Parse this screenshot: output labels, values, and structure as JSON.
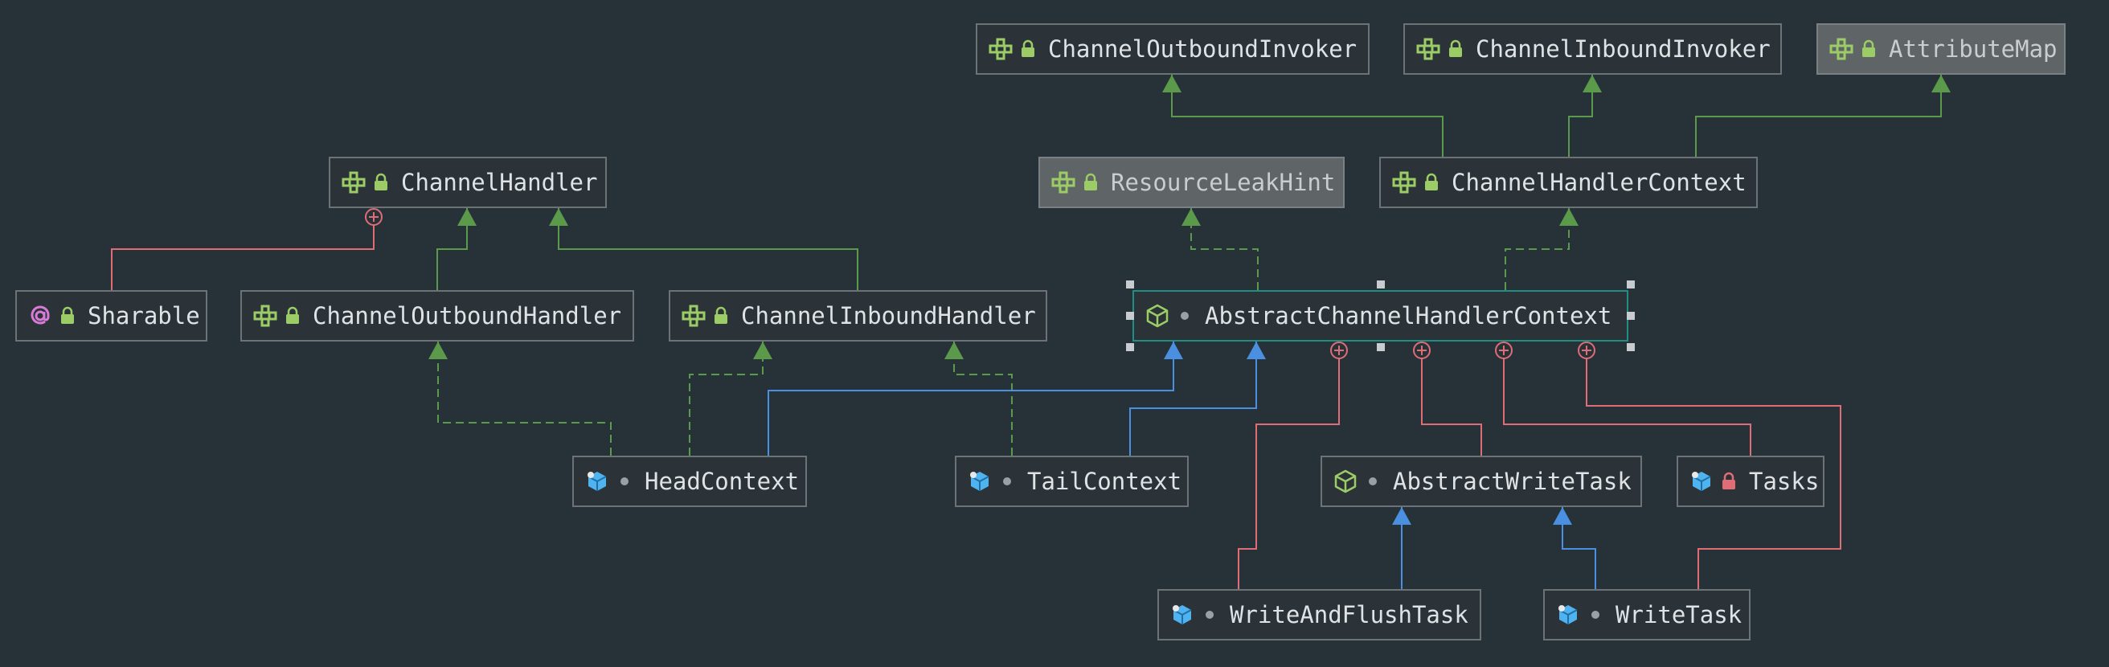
{
  "diagram": {
    "colors": {
      "background": "#263238",
      "extends": "#5a9a4a",
      "class_extends": "#4a8fe0",
      "inner": "#e06c75"
    },
    "nodes": [
      {
        "id": "ChannelOutboundInvoker",
        "label": "ChannelOutboundInvoker",
        "icon": "interface-icon",
        "modifier": "lock-icon",
        "style": "normal"
      },
      {
        "id": "ChannelInboundInvoker",
        "label": "ChannelInboundInvoker",
        "icon": "interface-icon",
        "modifier": "lock-icon",
        "style": "normal"
      },
      {
        "id": "AttributeMap",
        "label": "AttributeMap",
        "icon": "interface-icon",
        "modifier": "lock-icon",
        "style": "gray"
      },
      {
        "id": "ChannelHandler",
        "label": "ChannelHandler",
        "icon": "interface-icon",
        "modifier": "lock-icon",
        "style": "normal"
      },
      {
        "id": "ResourceLeakHint",
        "label": "ResourceLeakHint",
        "icon": "interface-icon",
        "modifier": "lock-icon",
        "style": "gray"
      },
      {
        "id": "ChannelHandlerContext",
        "label": "ChannelHandlerContext",
        "icon": "interface-icon",
        "modifier": "lock-icon",
        "style": "normal"
      },
      {
        "id": "Sharable",
        "label": "Sharable",
        "icon": "annotation-icon",
        "modifier": "lock-icon",
        "style": "normal"
      },
      {
        "id": "ChannelOutboundHandler",
        "label": "ChannelOutboundHandler",
        "icon": "interface-icon",
        "modifier": "lock-icon",
        "style": "normal"
      },
      {
        "id": "ChannelInboundHandler",
        "label": "ChannelInboundHandler",
        "icon": "interface-icon",
        "modifier": "lock-icon",
        "style": "normal"
      },
      {
        "id": "AbstractChannelHandlerContext",
        "label": "AbstractChannelHandlerContext",
        "icon": "abstract-class-icon",
        "modifier": "dot-icon",
        "style": "selected"
      },
      {
        "id": "HeadContext",
        "label": "HeadContext",
        "icon": "class-icon",
        "modifier": "dot-icon",
        "style": "normal"
      },
      {
        "id": "TailContext",
        "label": "TailContext",
        "icon": "class-icon",
        "modifier": "dot-icon",
        "style": "normal"
      },
      {
        "id": "AbstractWriteTask",
        "label": "AbstractWriteTask",
        "icon": "abstract-class-icon",
        "modifier": "dot-icon",
        "style": "normal"
      },
      {
        "id": "Tasks",
        "label": "Tasks",
        "icon": "class-icon",
        "modifier": "red-lock-icon",
        "style": "normal"
      },
      {
        "id": "WriteAndFlushTask",
        "label": "WriteAndFlushTask",
        "icon": "class-icon",
        "modifier": "dot-icon",
        "style": "normal"
      },
      {
        "id": "WriteTask",
        "label": "WriteTask",
        "icon": "class-icon",
        "modifier": "dot-icon",
        "style": "normal"
      }
    ],
    "edges": [
      {
        "from": "ChannelHandlerContext",
        "to": "ChannelOutboundInvoker",
        "kind": "extends"
      },
      {
        "from": "ChannelHandlerContext",
        "to": "ChannelInboundInvoker",
        "kind": "extends"
      },
      {
        "from": "ChannelHandlerContext",
        "to": "AttributeMap",
        "kind": "extends"
      },
      {
        "from": "ChannelOutboundHandler",
        "to": "ChannelHandler",
        "kind": "extends"
      },
      {
        "from": "ChannelInboundHandler",
        "to": "ChannelHandler",
        "kind": "extends"
      },
      {
        "from": "Sharable",
        "to": "ChannelHandler",
        "kind": "inner"
      },
      {
        "from": "AbstractChannelHandlerContext",
        "to": "ResourceLeakHint",
        "kind": "implements"
      },
      {
        "from": "AbstractChannelHandlerContext",
        "to": "ChannelHandlerContext",
        "kind": "implements"
      },
      {
        "from": "HeadContext",
        "to": "ChannelOutboundHandler",
        "kind": "implements"
      },
      {
        "from": "HeadContext",
        "to": "ChannelInboundHandler",
        "kind": "implements"
      },
      {
        "from": "TailContext",
        "to": "ChannelInboundHandler",
        "kind": "implements"
      },
      {
        "from": "HeadContext",
        "to": "AbstractChannelHandlerContext",
        "kind": "class_extends"
      },
      {
        "from": "TailContext",
        "to": "AbstractChannelHandlerContext",
        "kind": "class_extends"
      },
      {
        "from": "WriteAndFlushTask",
        "to": "AbstractChannelHandlerContext",
        "kind": "inner"
      },
      {
        "from": "AbstractWriteTask",
        "to": "AbstractChannelHandlerContext",
        "kind": "inner"
      },
      {
        "from": "Tasks",
        "to": "AbstractChannelHandlerContext",
        "kind": "inner"
      },
      {
        "from": "WriteTask",
        "to": "AbstractChannelHandlerContext",
        "kind": "inner"
      },
      {
        "from": "WriteAndFlushTask",
        "to": "AbstractWriteTask",
        "kind": "class_extends"
      },
      {
        "from": "WriteTask",
        "to": "AbstractWriteTask",
        "kind": "class_extends"
      }
    ]
  }
}
